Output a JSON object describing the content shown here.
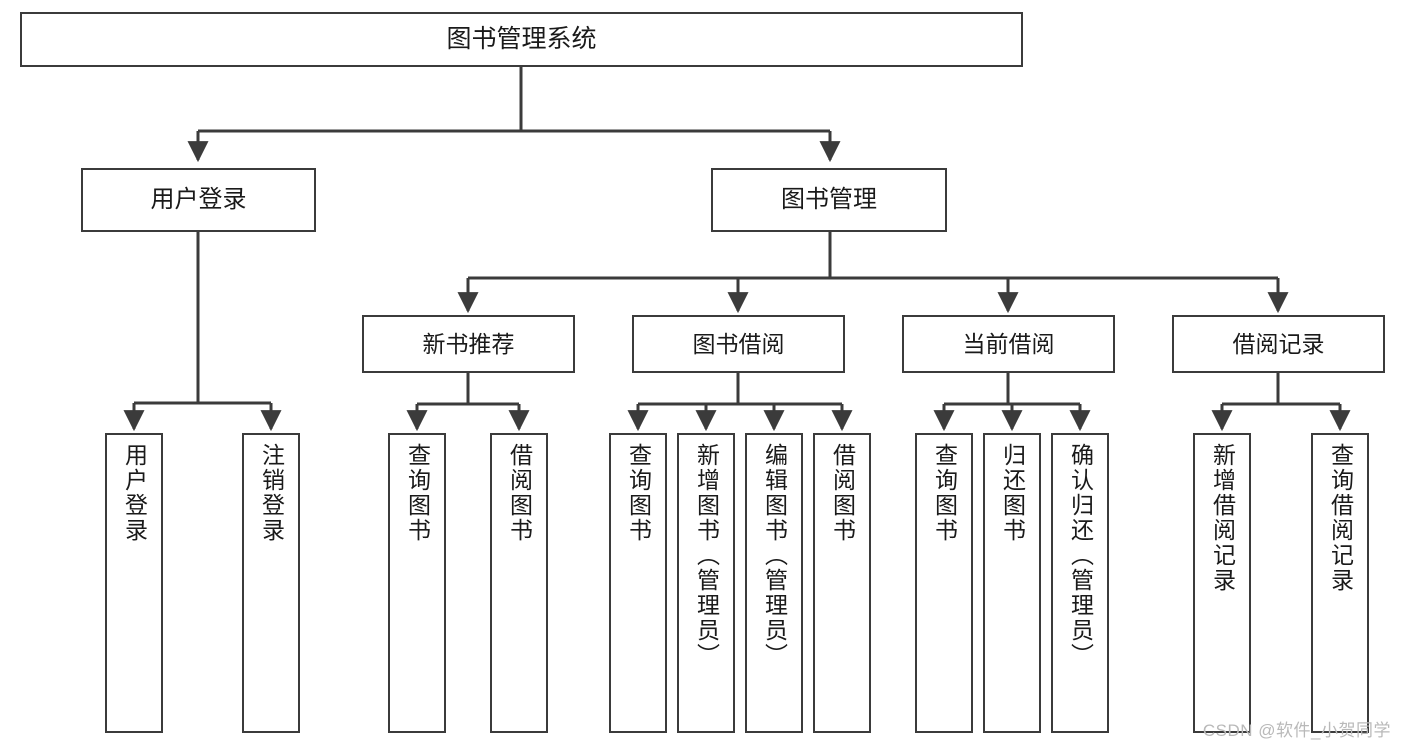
{
  "diagram": {
    "title_node": {
      "label": "图书管理系统"
    },
    "level2": [
      {
        "label": "用户登录"
      },
      {
        "label": "图书管理"
      }
    ],
    "level3": [
      {
        "label": "新书推荐"
      },
      {
        "label": "图书借阅"
      },
      {
        "label": "当前借阅"
      },
      {
        "label": "借阅记录"
      }
    ],
    "leaves": [
      {
        "label": "用户登录"
      },
      {
        "label": "注销登录"
      },
      {
        "label": "查询图书"
      },
      {
        "label": "借阅图书"
      },
      {
        "label": "查询图书"
      },
      {
        "label": "新增图书（管理员）"
      },
      {
        "label": "编辑图书（管理员）"
      },
      {
        "label": "借阅图书"
      },
      {
        "label": "查询图书"
      },
      {
        "label": "归还图书"
      },
      {
        "label": "确认归还（管理员）"
      },
      {
        "label": "新增借阅记录"
      },
      {
        "label": "查询借阅记录"
      }
    ],
    "watermark": "CSDN @软件_小贺同学",
    "colors": {
      "stroke": "#3b3b3b",
      "text": "#1a1a1a",
      "background": "#ffffff",
      "watermark": "#b9b9b9"
    }
  }
}
